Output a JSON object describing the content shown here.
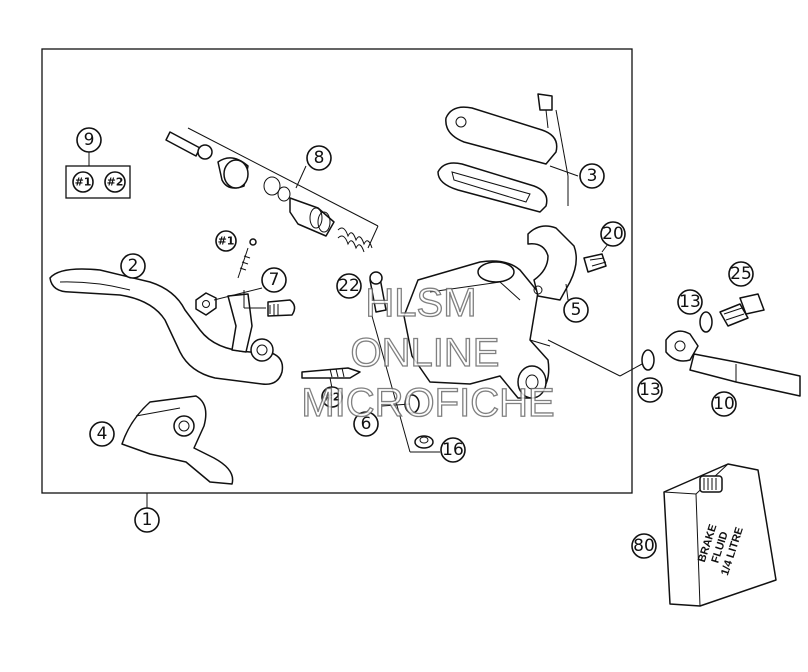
{
  "callouts": {
    "c1": "1",
    "c2": "2",
    "c3": "3",
    "c4": "4",
    "c5": "5",
    "c6": "6",
    "c7": "7",
    "c8": "8",
    "c9": "9",
    "c10": "10",
    "c13a": "13",
    "c13b": "13",
    "c16": "16",
    "c20": "20",
    "c22": "22",
    "c25": "25",
    "c80": "80"
  },
  "kit_refs": {
    "box_1": "#1",
    "box_2": "#2",
    "lever_1": "#1",
    "pin_2": "#2"
  },
  "fluid_label": {
    "line1": "BRAKE",
    "line2": "FLUID",
    "line3": "1/4 LITRE"
  },
  "watermark": {
    "line1": "HLSM",
    "line2": "ONLINE",
    "line3": "MICROFICHE"
  }
}
